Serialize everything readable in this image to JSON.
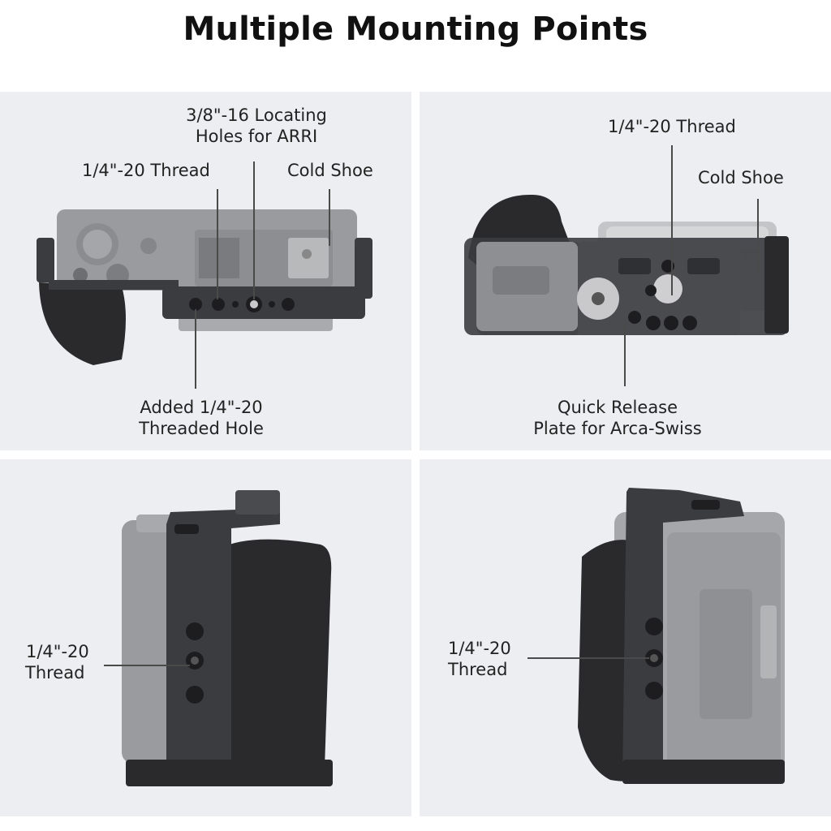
{
  "title": "Multiple Mounting Points",
  "panels": {
    "top_view": {
      "label_locating_1": "3/8\"-16 Locating",
      "label_locating_2": "Holes for ARRI",
      "label_thread": "1/4\"-20 Thread",
      "label_cold_shoe": "Cold Shoe",
      "label_added_1": "Added 1/4\"-20",
      "label_added_2": "Threaded Hole"
    },
    "bottom_view": {
      "label_thread": "1/4\"-20 Thread",
      "label_cold_shoe": "Cold Shoe",
      "label_qr_1": "Quick Release",
      "label_qr_2": "Plate for Arca-Swiss"
    },
    "left_side_view": {
      "label_thread_1": "1/4\"-20",
      "label_thread_2": "Thread"
    },
    "right_side_view": {
      "label_thread_1": "1/4\"-20",
      "label_thread_2": "Thread"
    }
  },
  "colors": {
    "panel_bg": "#eceef1",
    "cage_dark": "#3b3c40",
    "camera_gray": "#9a9b9e",
    "grip_black": "#2a2a2c"
  }
}
